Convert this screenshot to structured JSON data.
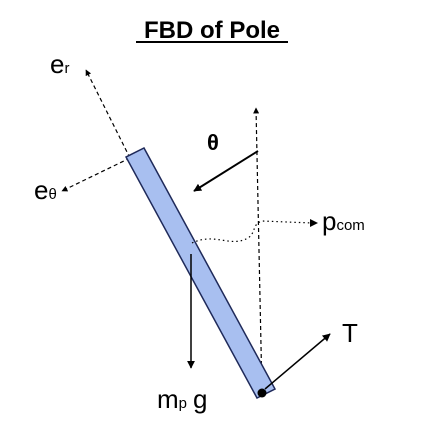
{
  "title": "FBD of Pole",
  "labels": {
    "er_main": "e",
    "er_sub": "r",
    "etheta_main": "e",
    "etheta_sub": "θ",
    "theta": "θ",
    "pcom_main": "p",
    "pcom_sub": "com",
    "tension": "T",
    "weight_main": "m",
    "weight_sub": "p",
    "weight_g": "g"
  },
  "colors": {
    "pole_fill": "#a8bff0",
    "pole_stroke": "#1f2a5a",
    "ink": "#000000"
  }
}
